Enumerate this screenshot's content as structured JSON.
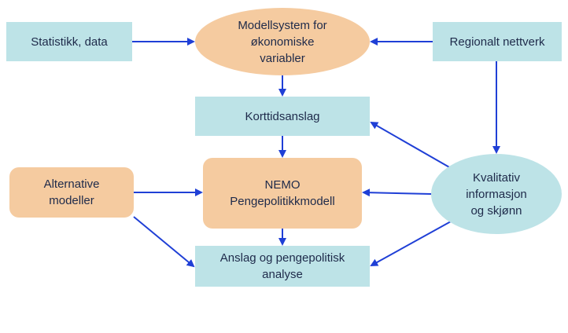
{
  "diagram": {
    "nodes": {
      "statistics": "Statistikk, data",
      "model_system": "Modellsystem for\nøkonomiske\nvariabler",
      "regional_network": "Regionalt nettverk",
      "short_term_forecast": "Korttidsanslag",
      "alternative_models": "Alternative\nmodeller",
      "nemo": "NEMO\nPengepolitikkmodell",
      "qualitative": "Kvalitativ\ninformasjon\nog skjønn",
      "forecast_analysis": "Anslag og pengepolitisk\nanalyse"
    },
    "colors": {
      "blue_box": "#bde3e7",
      "orange_box": "#f5cba0",
      "arrow": "#1f3fd6",
      "text": "#1e2a4a"
    }
  }
}
